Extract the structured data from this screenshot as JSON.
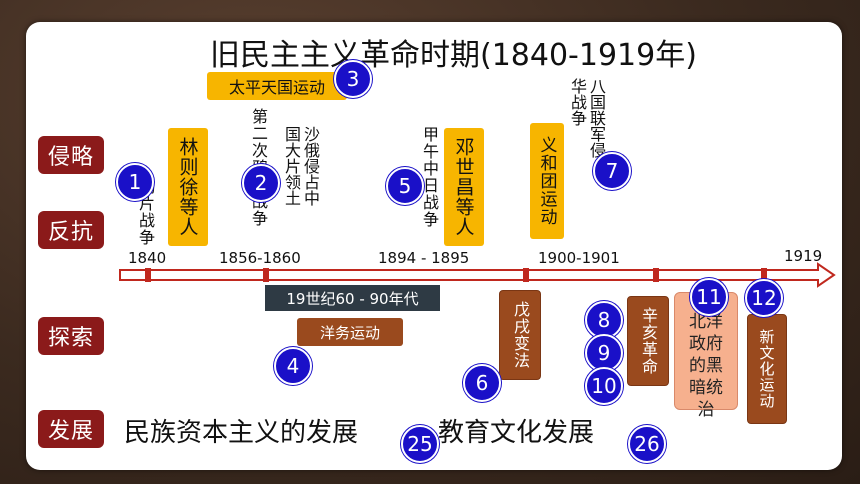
{
  "title": "旧民主主义革命时期(1840-1919年)",
  "categories": {
    "invasion": "侵略",
    "resistance": "反抗",
    "exploration": "探索",
    "development": "发展"
  },
  "labels": {
    "taiping": "太平天国运动",
    "lin": "林则徐等人",
    "second_opium": "第二次鸦片战争",
    "russia": "沙俄侵占中国大片领土",
    "first_opium": "鸦片战争",
    "sino_japanese": "甲午中日战争",
    "deng": "邓世昌等人",
    "boxer": "义和团运动",
    "eight_nation": "八国联军侵华战争",
    "era": "19世纪60 - 90年代",
    "westernization": "洋务运动",
    "wuxu": "戊戌变法",
    "xinhai": "辛亥革命",
    "beiyang": "北洋政府的黑暗统治",
    "new_culture": "新文化运动",
    "capitalism": "民族资本主义的发展",
    "education": "教育文化发展"
  },
  "years": {
    "y1840": "1840",
    "y1856": "1856-1860",
    "y1894": "1894 - 1895",
    "y1900": "1900-1901",
    "y1919": "1919"
  },
  "badges": {
    "b1": "1",
    "b2": "2",
    "b3": "3",
    "b4": "4",
    "b5": "5",
    "b6": "6",
    "b7": "7",
    "b8": "8",
    "b9": "9",
    "b10": "10",
    "b11": "11",
    "b12": "12",
    "b25": "25",
    "b26": "26"
  },
  "colors": {
    "category": "#8b1a1a",
    "badge": "#1a10c8",
    "yellow": "#f7b500",
    "brown": "#9a4a1e",
    "timeline": "#c0281e"
  }
}
